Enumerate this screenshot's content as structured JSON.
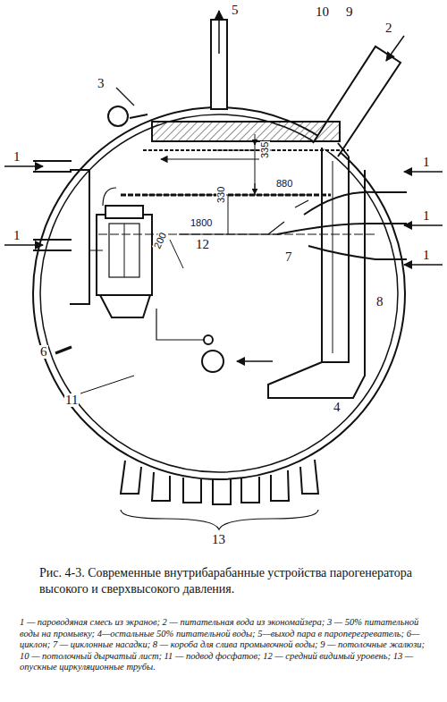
{
  "diagram": {
    "caption": "Рис. 4-3. Современные внутрибарабанные устройства парогенератора высокого и сверхвысокого давления.",
    "labels": [
      "5",
      "2",
      "10",
      "9",
      "3",
      "335",
      "880",
      "330",
      "1800",
      "200",
      "12",
      "1",
      "1",
      "1",
      "1",
      "1",
      "7",
      "6",
      "8",
      "4",
      "11",
      "13",
      "1 — пароводяная смесь из экранов; 2 — питательная вода из экономайзера; 3 — 50% питательной воды на промывку; 4—остальные 50% питательной воды; 5—выход пара в пароперегреватель; 6—циклон; 7 — циклонные насадки; 8 — короба для слива промывочной воды; 9 — потолочные жалюзи; 10 — потолочный дырчатый лист; 11 — подвод фосфатов; 12 — средний видимый уровень; 13 — опускные циркуляционные трубы."
    ]
  }
}
